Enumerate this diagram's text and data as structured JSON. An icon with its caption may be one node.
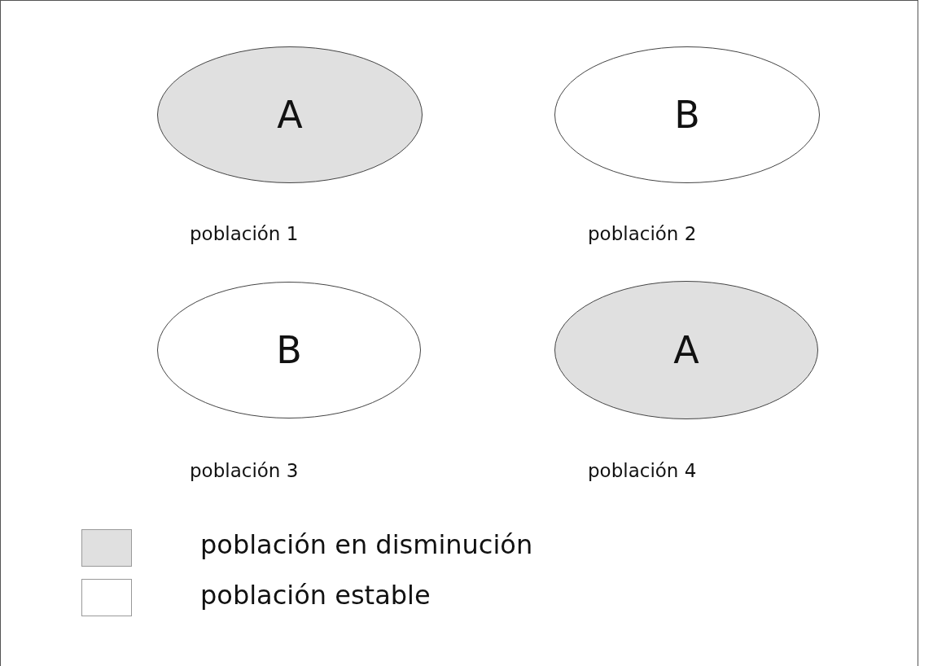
{
  "diagram": {
    "nodes": [
      {
        "text": [
          "A"
        ],
        "beside": [
          "población 1"
        ]
      },
      {
        "text": [
          "B"
        ],
        "beside": [
          "población 2"
        ]
      },
      {
        "text": [
          "B"
        ],
        "beside": [
          "población 3"
        ]
      },
      {
        "text": [
          "A"
        ],
        "beside": [
          "población 4"
        ]
      }
    ],
    "legend": [
      {
        "text": "población en disminución",
        "color": "#e0e0e0"
      },
      {
        "text": "población estable",
        "color": "#ffffff"
      }
    ]
  }
}
